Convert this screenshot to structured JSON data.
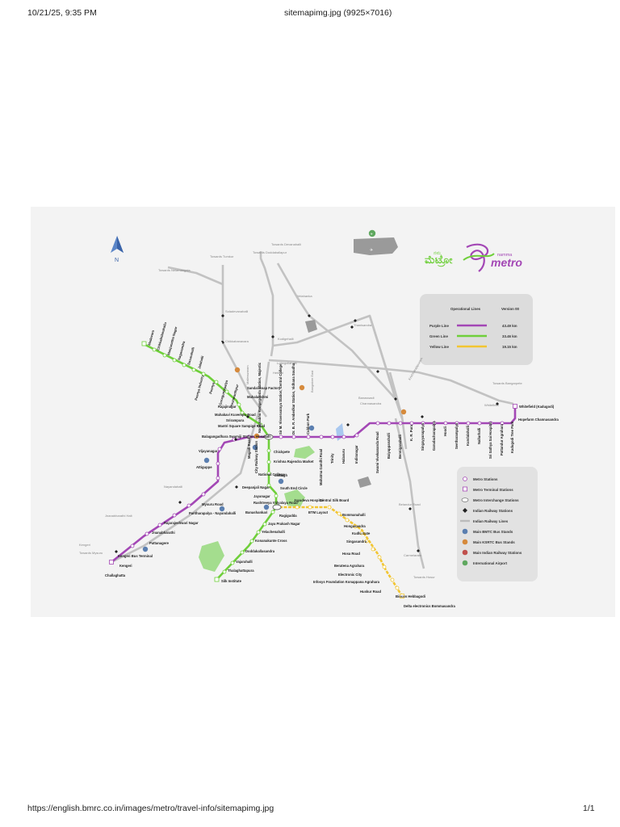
{
  "browser": {
    "datetime": "10/21/25, 9:35 PM",
    "title": "sitemapimg.jpg (9925×7016)",
    "url": "https://english.bmrc.co.in/images/metro/travel-info/sitemapimg.jpg",
    "page": "1/1"
  },
  "map": {
    "north": "N",
    "airport_marker": "✈",
    "logo": {
      "kannada_small": "ನಮ್ಮ",
      "kannada": "ಮೆಟ್ರೋ",
      "english_small": "namma",
      "english": "metro"
    },
    "colors": {
      "purple": "#a347b5",
      "green": "#6fcf3a",
      "yellow": "#f2c531",
      "rail": "#bbbbbb",
      "bus_bmtc": "#5b7fb0",
      "bus_ksrtc": "#d68a3c",
      "airport": "#5fa85f"
    },
    "operational": {
      "title": "Operational Lines",
      "version": "Version 00",
      "lines": [
        {
          "name": "Purple Line",
          "length": "43.49 km"
        },
        {
          "name": "Green Line",
          "length": "33.46 km"
        },
        {
          "name": "Yellow Line",
          "length": "19.15 km"
        }
      ]
    },
    "legend": [
      "Metro Stations",
      "Metro Terminal Stations",
      "Metro Interchange Stations",
      "Indian Railway Stations",
      "Indian Railway Lines",
      "Main BMTC Bus Stands",
      "Main KSRTC Bus Stands",
      "Main Indian Railway Stations",
      "International Airport"
    ],
    "directions": {
      "tumkur": "Towards Tumkur",
      "devanahalli": "Towards Devanahalli",
      "doddaballapur": "Towards Doddaballapur",
      "nelamangala": "Towards Nelamangala",
      "bangarpete": "Towards Bangarpete",
      "mysuru": "Towards Mysuru",
      "hosur": "Towards Hosur"
    },
    "green_stations": {
      "madavara": "Madavara",
      "chikkabidarakallu": "Chikkabidarakallu",
      "manjunathanagara": "Manjunatha Nagar",
      "nagasandra": "Nagasandra",
      "dasarahalli": "Dasarahalli",
      "jalahalli": "Jalahalli",
      "peenya_ind": "Peenya Industry",
      "peenya": "Peenya",
      "goraguntepalya": "Goraguntepalya",
      "yeshwanthpur": "Yeshwanthpur",
      "sandal": "Sandal Soap Factory",
      "mahalakshmi": "Mahalakshmi",
      "rajajinagar": "Rajajinagar",
      "kuvempu": "Mahakavi Kuvempu Road",
      "srirampura": "Srirampura",
      "sampige": "Mantri Square Sampige Road",
      "chickpete": "Chickpete",
      "kr_market": "Krishna Rajendra Market",
      "national_college": "National College",
      "lalbagh": "Lalbagh",
      "south_end": "South End Circle",
      "jayanagar": "Jayanagar",
      "rashtreeya": "Rashtreeya Vidyalaya Road",
      "banashankari": "Banashankari",
      "jp_nagar": "Jaya Prakash Nagar",
      "yelachenahalli": "Yelachenahalli",
      "konanakunte": "Konanakunte Cross",
      "doddakallasandra": "Doddakallasandra",
      "vajarahalli": "Vajarahalli",
      "thalaghattapura": "Thalaghattapura",
      "silk_institute": "Silk Institute"
    },
    "purple_stations": {
      "majestic": "Nadaprabhu Kempegowda Station, Majestic",
      "srs": "Sir M. Visvesvaraya Station, Central College",
      "vidhana": "Dr. B. R. Ambedkar Station, Vidhana Soudha",
      "cubbon": "Cubbon Park",
      "mg_road": "Mahatma Gandhi Road",
      "trinity": "Trinity",
      "halasuru": "Halasuru",
      "indiranagar": "Indiranagar",
      "svroad": "Swami Vivekananda Road",
      "baiyappanahalli": "Baiyappanahalli",
      "benniganahalli": "Benniganahalli",
      "krpura": "K. R. Pura",
      "singayyanapalya": "Singayyanapalya",
      "garudacharapalya": "Garudacharapalya",
      "hoodi": "Hoodi",
      "seetharampalya": "Seetharampalya",
      "kundalahalli": "Kundalahalli",
      "nallurhalli": "Nallurhalli",
      "ssshospital": "Sri Sathya Sai Hospital",
      "pattandur": "Pattandur Agrahara",
      "kadugodi_tree": "Kadugodi Tree Park",
      "hopefarm": "Hopefarm Channasandra",
      "whitefield": "Whitefield (Kadugodi)",
      "magadi": "Magadi Road",
      "balagangadhara": "Balagangadhara Swamiji Station, Hosahalli",
      "city_railway": "City Railway Station",
      "vijayanagar": "Vijayanagar",
      "attiguppe": "Attiguppe",
      "deepanjali": "Deepanjali Nagar",
      "mysuru_road": "Mysuru Road",
      "pantharapalya": "Pantharapalya - Nayandahalli",
      "rajarajeshwari": "Rajarajeshwari Nagar",
      "jnanabharathi": "Jnanabharathi",
      "pattanagere": "Pattanagere",
      "kengeri_bus": "Kengeri Bus Terminal",
      "kengeri": "Kengeri",
      "challaghatta": "Challaghatta"
    },
    "yellow_stations": {
      "ragigudda": "Ragigudda",
      "jayadeva": "Jayadeva Hospital",
      "btm": "BTM Layout",
      "central_silk": "Central Silk Board",
      "bommanahalli": "Bommanahalli",
      "hongasandra": "Hongasandra",
      "kudlu": "Kudlu Gate",
      "singasandra": "Singasandra",
      "hosa_road": "Hosa Road",
      "beratena": "Beratena Agrahara",
      "ecity": "Electronic City",
      "infosys": "Infosys Foundation Konappana Agrahara",
      "huskur": "Huskur Road",
      "biocon": "Biocon Hebbagodi",
      "delta": "Delta electronics Bommasandra"
    },
    "rail_places": {
      "soladevanahalli": "Soladevanahalli",
      "chikkabanavara": "Chikkabanavara",
      "yelahanka": "Yelahanka",
      "kodigehalli": "Kodigehalli",
      "thanisandra": "Thanisandra",
      "hebbal": "Hebbal",
      "lottegollahalli": "Lottegollahalli",
      "banaswadi": "Banaswadi",
      "channasandra": "Channasandra",
      "whitefield_rly": "Whitefield",
      "nayandahalli": "Nayandahalli",
      "jnanabharathi_rly": "Jnanabharathi Halt",
      "kengeri_rly": "Kengeri",
      "belandur": "Belandur Road",
      "carmelaram": "Carmelaram",
      "malleswaram": "Malleswaram",
      "bangalore_east": "Bangalore East",
      "kr_puram_rly": "Krishnarajapuram"
    }
  }
}
